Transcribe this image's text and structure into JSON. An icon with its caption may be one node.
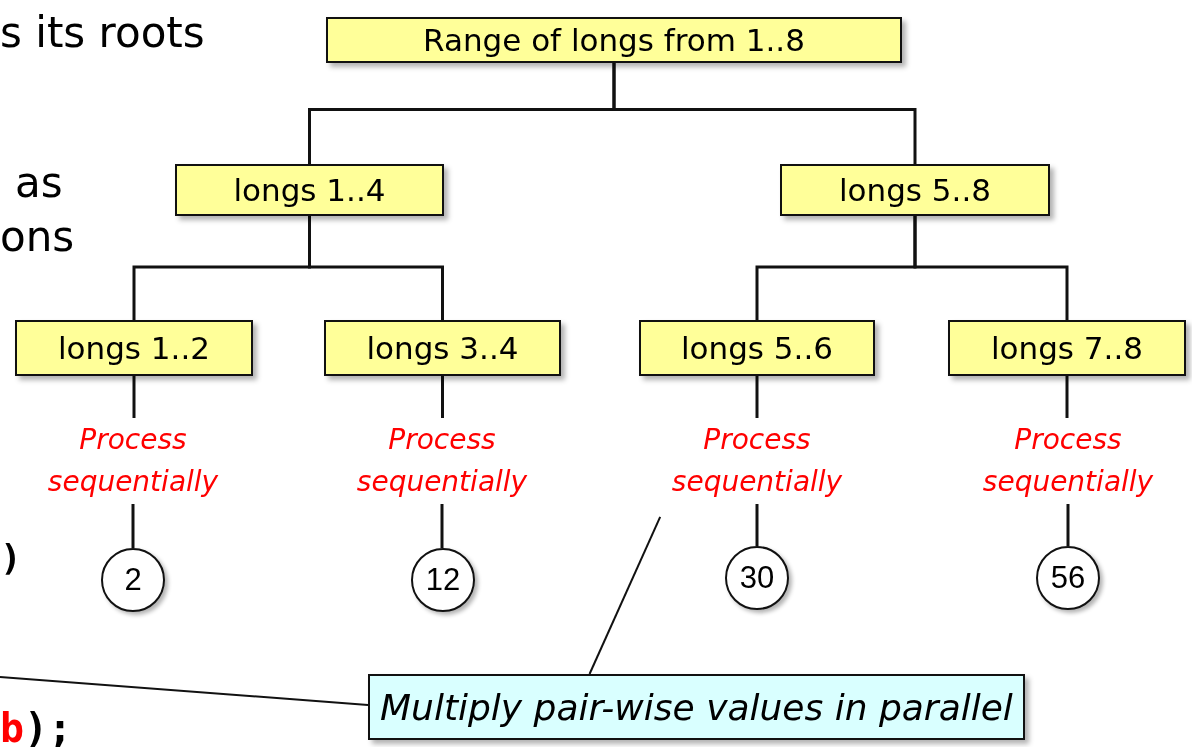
{
  "diagram": {
    "nodes": [
      {
        "text": [
          "Range of longs from 1..8"
        ]
      },
      {
        "text": [
          "longs 1..4"
        ]
      },
      {
        "text": [
          "longs 5..8"
        ]
      },
      {
        "text": [
          "longs 1..2"
        ]
      },
      {
        "text": [
          "longs 3..4"
        ]
      },
      {
        "text": [
          "longs 5..6"
        ]
      },
      {
        "text": [
          "longs 7..8"
        ]
      },
      {
        "text": [
          "Process sequentially"
        ]
      },
      {
        "text": [
          "Process sequentially"
        ]
      },
      {
        "text": [
          "Process sequentially"
        ]
      },
      {
        "text": [
          "Process sequentially"
        ]
      },
      {
        "text": [
          "2"
        ]
      },
      {
        "text": [
          "12"
        ]
      },
      {
        "text": [
          "30"
        ]
      },
      {
        "text": [
          "56"
        ]
      },
      {
        "text": [
          "Multiply pair-wise values in parallel"
        ]
      }
    ],
    "edges": [
      {
        "from": 0,
        "to": 1,
        "arrow": "none"
      },
      {
        "from": 0,
        "to": 2,
        "arrow": "none"
      },
      {
        "from": 1,
        "to": 3,
        "arrow": "none"
      },
      {
        "from": 1,
        "to": 4,
        "arrow": "none"
      },
      {
        "from": 2,
        "to": 5,
        "arrow": "none"
      },
      {
        "from": 2,
        "to": 6,
        "arrow": "none"
      },
      {
        "from": 3,
        "to": 7,
        "arrow": "none"
      },
      {
        "from": 4,
        "to": 8,
        "arrow": "none"
      },
      {
        "from": 5,
        "to": 9,
        "arrow": "none"
      },
      {
        "from": 6,
        "to": 10,
        "arrow": "none"
      },
      {
        "from": 7,
        "to": 11,
        "arrow": "none"
      },
      {
        "from": 8,
        "to": 12,
        "arrow": "none"
      },
      {
        "from": 9,
        "to": 13,
        "arrow": "none"
      },
      {
        "from": 10,
        "to": 14,
        "arrow": "none"
      },
      {
        "from": 15,
        "to": 9,
        "arrow": "none"
      },
      {
        "from": 15,
        "to": null,
        "arrow": "none"
      }
    ],
    "labels": [
      "s its roots",
      "as",
      "ons",
      ")",
      "b",
      ");"
    ]
  }
}
